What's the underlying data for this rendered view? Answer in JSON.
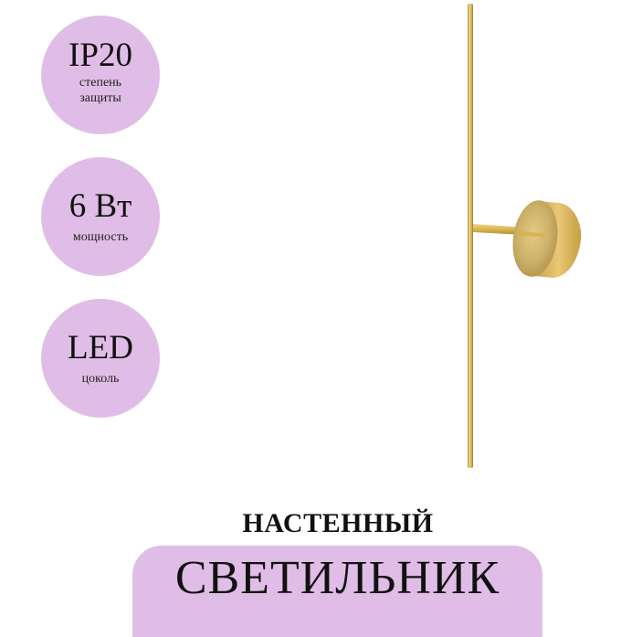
{
  "badges": [
    {
      "value": "IP20",
      "label_line1": "степень",
      "label_line2": "защиты"
    },
    {
      "value": "6 Вт",
      "label_line1": "мощность"
    },
    {
      "value": "LED",
      "label_line1": "цоколь"
    }
  ],
  "product": {
    "image_alt": "gold-wall-lamp",
    "subtitle": "НАСТЕННЫЙ",
    "title": "СВЕТИЛЬНИК"
  },
  "colors": {
    "accent_lilac": "#e0bde6",
    "gold": "#d4b15a",
    "text": "#111111"
  }
}
